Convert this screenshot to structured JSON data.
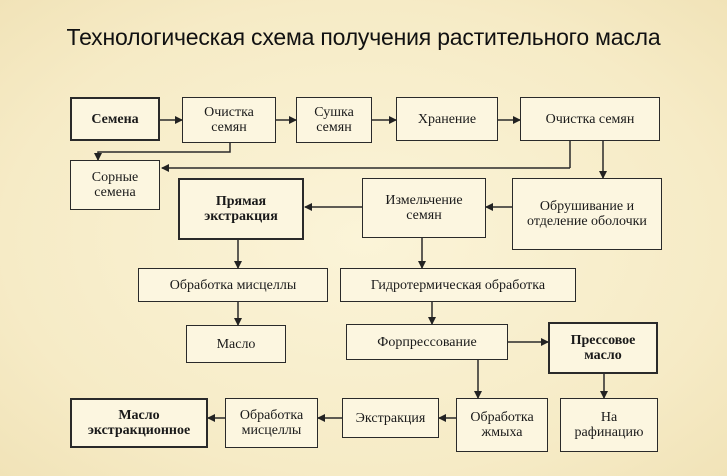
{
  "title": "Технологическая схема получения растительного масла",
  "boxes": {
    "seeds": "Семена",
    "cleaning1": "Очистка семян",
    "drying": "Сушка семян",
    "storage": "Хранение",
    "cleaning2": "Очистка семян",
    "weeds": "Сорные семена",
    "direct_extraction": "Прямая экстракция",
    "grinding": "Измельчение семян",
    "hulling": "Обрушивание и отделение оболочки",
    "miscella1": "Обработка мисцеллы",
    "hydrothermal": "Гидротермическая обработка",
    "oil1": "Масло",
    "forpressing": "Форпрессование",
    "press_oil": "Прессовое масло",
    "extracted_oil": "Масло экстракционное",
    "miscella2": "Обработка мисцеллы",
    "extraction": "Экстракция",
    "cake": "Обработка жмыха",
    "refining": "На рафинацию"
  }
}
